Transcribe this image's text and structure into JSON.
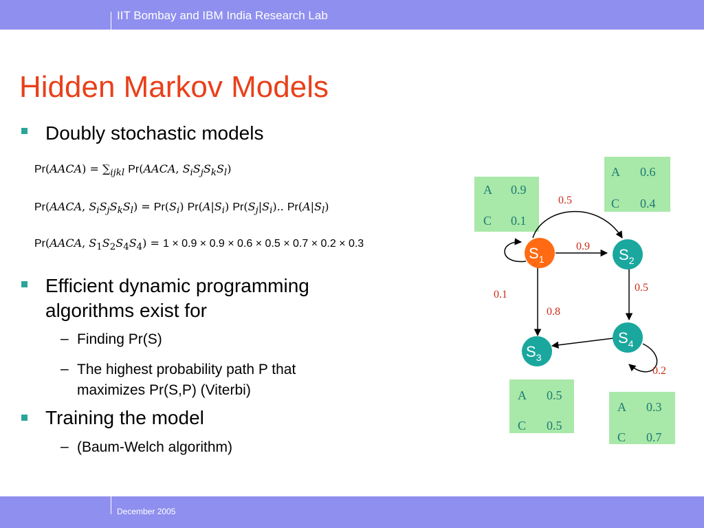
{
  "header": {
    "text": "IIT Bombay and IBM India Research Lab"
  },
  "footer": {
    "text": "December 2005"
  },
  "title": "Hidden Markov Models",
  "bullets": {
    "b1": "Doubly stochastic models",
    "b2_line1": "Efficient dynamic programming",
    "b2_line2": "algorithms exist for",
    "b2_sub1": "Finding Pr(S)",
    "b2_sub2_line1": "The highest probability path P that",
    "b2_sub2_line2": "maximizes Pr(S,P)  (Viterbi)",
    "b3": "Training the model",
    "b3_sub1": "(Baum-Welch algorithm)",
    "dash": "–"
  },
  "equations": {
    "eq1": "Pr(AACA) = ∑ijkl Pr(AACA, SiSjSkSl)",
    "eq2": "Pr(AACA, SiSjSkSl) = Pr(Si) Pr(A|Si) Pr(Sj|Si).. Pr(A|Sl)",
    "eq3": "Pr(AACA, S1S2S4S4) = 1 × 0.9 × 0.9 × 0.6 × 0.5 × 0.7 × 0.2 × 0.3"
  },
  "colors": {
    "title": "#e8401a",
    "bar": "#8f8fef",
    "node_orange": "#ff6a13",
    "node_teal": "#1aa79e",
    "emission_box": "#a8e8a8",
    "prob_label": "#cc2a1a",
    "bullet": "#2aa59a"
  },
  "diagram": {
    "states": [
      {
        "id": "s1",
        "letter": "S",
        "sub": "1"
      },
      {
        "id": "s2",
        "letter": "S",
        "sub": "2"
      },
      {
        "id": "s3",
        "letter": "S",
        "sub": "3"
      },
      {
        "id": "s4",
        "letter": "S",
        "sub": "4"
      }
    ],
    "transitions": [
      {
        "from": "s1",
        "to": "s2",
        "label": "0.9"
      },
      {
        "from": "s1",
        "to": "s2",
        "label": "0.5"
      },
      {
        "from": "s1",
        "to": "s1",
        "label": "0.1"
      },
      {
        "from": "s1",
        "to": "s3",
        "label": "0.8"
      },
      {
        "from": "s2",
        "to": "s4",
        "label": "0.5"
      },
      {
        "from": "s4",
        "to": "s4",
        "label": "0.2"
      },
      {
        "from": "s4",
        "to": "s3",
        "label": ""
      }
    ],
    "emissions": {
      "s1": [
        {
          "sym": "A",
          "p": "0.9"
        },
        {
          "sym": "C",
          "p": "0.1"
        }
      ],
      "s2": [
        {
          "sym": "A",
          "p": "0.6"
        },
        {
          "sym": "C",
          "p": "0.4"
        }
      ],
      "s3": [
        {
          "sym": "A",
          "p": "0.5"
        },
        {
          "sym": "C",
          "p": "0.5"
        }
      ],
      "s4": [
        {
          "sym": "A",
          "p": "0.3"
        },
        {
          "sym": "C",
          "p": "0.7"
        }
      ]
    }
  }
}
